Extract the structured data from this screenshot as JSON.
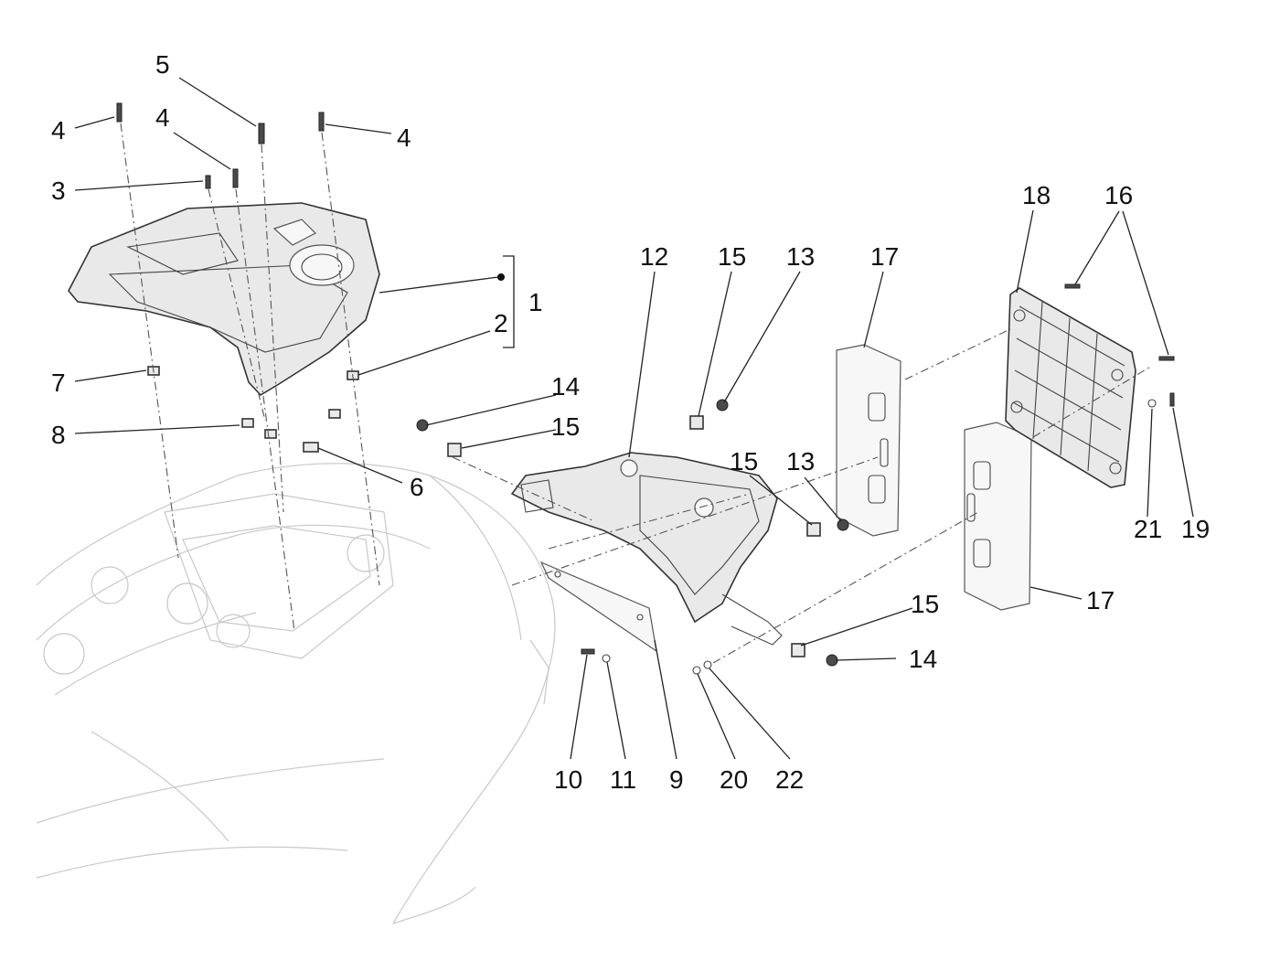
{
  "callouts": [
    {
      "id": "c4a",
      "text": "4"
    },
    {
      "id": "c5",
      "text": "5"
    },
    {
      "id": "c4b",
      "text": "4"
    },
    {
      "id": "c4c",
      "text": "4"
    },
    {
      "id": "c3",
      "text": "3"
    },
    {
      "id": "c1",
      "text": "1"
    },
    {
      "id": "c2",
      "text": "2"
    },
    {
      "id": "c7",
      "text": "7"
    },
    {
      "id": "c8",
      "text": "8"
    },
    {
      "id": "c6",
      "text": "6"
    },
    {
      "id": "c14a",
      "text": "14"
    },
    {
      "id": "c15a",
      "text": "15"
    },
    {
      "id": "c12",
      "text": "12"
    },
    {
      "id": "c15b",
      "text": "15"
    },
    {
      "id": "c13a",
      "text": "13"
    },
    {
      "id": "c17a",
      "text": "17"
    },
    {
      "id": "c18",
      "text": "18"
    },
    {
      "id": "c16",
      "text": "16"
    },
    {
      "id": "c15c",
      "text": "15"
    },
    {
      "id": "c13b",
      "text": "13"
    },
    {
      "id": "c21",
      "text": "21"
    },
    {
      "id": "c19",
      "text": "19"
    },
    {
      "id": "c15d",
      "text": "15"
    },
    {
      "id": "c17b",
      "text": "17"
    },
    {
      "id": "c14b",
      "text": "14"
    },
    {
      "id": "c10",
      "text": "10"
    },
    {
      "id": "c11",
      "text": "11"
    },
    {
      "id": "c9",
      "text": "9"
    },
    {
      "id": "c20",
      "text": "20"
    },
    {
      "id": "c22",
      "text": "22"
    }
  ]
}
